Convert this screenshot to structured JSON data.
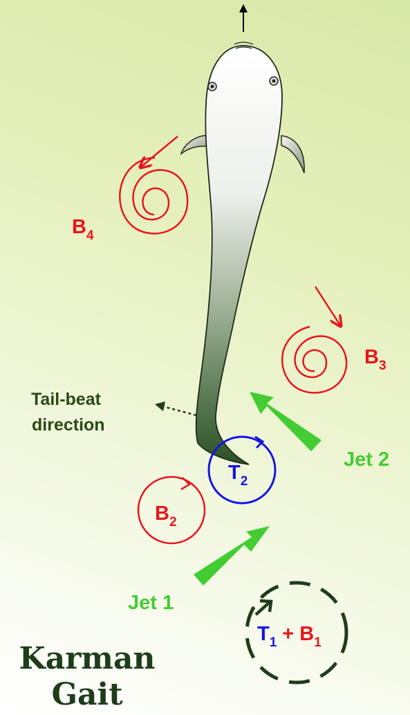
{
  "labels": {
    "b4": {
      "main": "B",
      "sub": "4"
    },
    "b3": {
      "main": "B",
      "sub": "3"
    },
    "b2": {
      "main": "B",
      "sub": "2"
    },
    "t2": {
      "main": "T",
      "sub": "2"
    },
    "t1_b1": {
      "t": "T",
      "t_sub": "1",
      "plus": "+",
      "b": "B",
      "b_sub": "1"
    },
    "tail_beat_line1": "Tail-beat",
    "tail_beat_line2": "direction",
    "jet1": "Jet 1",
    "jet2": "Jet 2"
  },
  "title": {
    "line1": "Karman",
    "line2": "Gait"
  },
  "colors": {
    "vortex_red": "#e8141e",
    "vortex_blue": "#1414e6",
    "jet_green": "#44cc33",
    "dark_green": "#1f3d1b",
    "label_dark": "#2a4a16"
  }
}
